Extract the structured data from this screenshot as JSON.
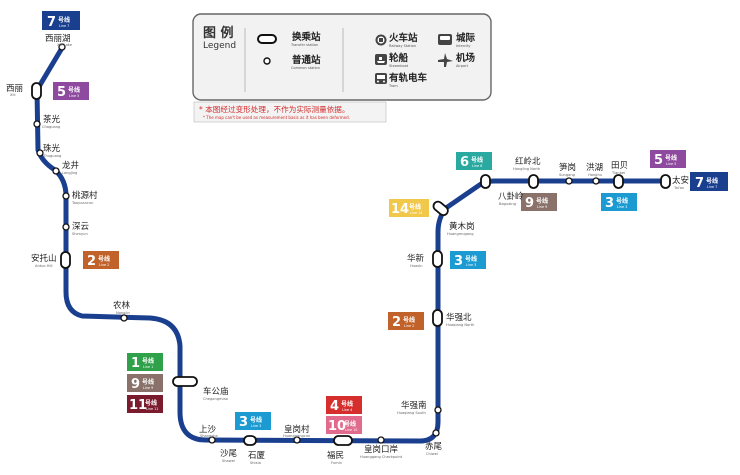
{
  "colors": {
    "line7": "#1b3f8f",
    "line1": "#2ea14a",
    "line2": "#c0622a",
    "line3": "#1b9bd1",
    "line4": "#d62d2d",
    "line5": "#8e4a9e",
    "line6": "#2aa9a0",
    "line9": "#8a726a",
    "line10": "#e06b8c",
    "line11": "#7a1c2e",
    "line14": "#f2c84b",
    "notice": "#d12a2a"
  },
  "legend": {
    "title_cn": "图 例",
    "title_en": "Legend",
    "items": [
      {
        "icon": "transfer-station-symbol",
        "cn": "换乘站",
        "en": "Transfer station"
      },
      {
        "icon": "common-station-symbol",
        "cn": "普通站",
        "en": "Common station"
      },
      {
        "icon": "railway-station-icon",
        "cn": "火车站",
        "en": "Railway Station"
      },
      {
        "icon": "ferry-icon",
        "cn": "轮船",
        "en": "Steamboat"
      },
      {
        "icon": "tram-icon",
        "cn": "有轨电车",
        "en": "Tram"
      },
      {
        "icon": "intercity-rail-icon",
        "cn": "城际",
        "en": "Intercity"
      },
      {
        "icon": "airport-icon",
        "cn": "机场",
        "en": "Airport"
      }
    ]
  },
  "notice": {
    "cn": "* 本图经过变形处理，不作为实际测量依据。",
    "en": "* The map can't be used as measurement basis as it has been deformed."
  },
  "stations": {
    "xilihu": {
      "cn": "西丽湖",
      "en": "Xili Lake"
    },
    "xili": {
      "cn": "西丽",
      "en": "Xili"
    },
    "chaguang": {
      "cn": "茶光",
      "en": "Chaguang"
    },
    "zhuguang": {
      "cn": "珠光",
      "en": "Zhuguang"
    },
    "longjing": {
      "cn": "龙井",
      "en": "Longjing"
    },
    "taoyuancun": {
      "cn": "桃源村",
      "en": "Taoyuancun"
    },
    "shenyun": {
      "cn": "深云",
      "en": "Shenyun"
    },
    "antuoshan": {
      "cn": "安托山",
      "en": "Antuo Hill"
    },
    "nonglin": {
      "cn": "农林",
      "en": "Nonglin"
    },
    "chegongmiao": {
      "cn": "车公庙",
      "en": "Chegongmiao"
    },
    "shangsha": {
      "cn": "上沙",
      "en": "Shangsha"
    },
    "shawei": {
      "cn": "沙尾",
      "en": "Shawei"
    },
    "shixia": {
      "cn": "石厦",
      "en": "Shixia"
    },
    "huanggangcun": {
      "cn": "皇岗村",
      "en": "Huanggangcun"
    },
    "futian": {
      "cn": "福民",
      "en": "Fumin"
    },
    "huanggangkouan": {
      "cn": "皇岗口岸",
      "en": "Huanggang Checkpoint"
    },
    "chiwei": {
      "cn": "赤尾",
      "en": "Chiwei"
    },
    "huaqiangnan": {
      "cn": "华强南",
      "en": "Huaqiang South"
    },
    "huaqiangbei": {
      "cn": "华强北",
      "en": "Huaqiang North"
    },
    "huaxin": {
      "cn": "华新",
      "en": "Huaxin"
    },
    "huangmugang": {
      "cn": "黄木岗",
      "en": "Huangmugang"
    },
    "baguaing": {
      "cn": "八卦岭",
      "en": "Baguaing"
    },
    "honglingbei": {
      "cn": "红岭北",
      "en": "Hongling North"
    },
    "sungang": {
      "cn": "笋岗",
      "en": "Sungang"
    },
    "honghu": {
      "cn": "洪湖",
      "en": "Honghu"
    },
    "tianbei": {
      "cn": "田贝",
      "en": "Tianbei"
    },
    "taian": {
      "cn": "太安",
      "en": "Tai'an"
    }
  },
  "badges": {
    "line7_top": {
      "num": "7",
      "cn": "号线",
      "en": "Line 7"
    },
    "line7_end": {
      "num": "7",
      "cn": "号线",
      "en": "Line 7"
    },
    "line5_xili": {
      "num": "5",
      "cn": "号线",
      "en": "Line 5"
    },
    "line5_taian": {
      "num": "5",
      "cn": "号线",
      "en": "Line 5"
    },
    "line2_antuo": {
      "num": "2",
      "cn": "号线",
      "en": "Line 2"
    },
    "line2_hqb": {
      "num": "2",
      "cn": "号线",
      "en": "Line 2"
    },
    "line1": {
      "num": "1",
      "cn": "号线",
      "en": "Line 1"
    },
    "line9_cgm": {
      "num": "9",
      "cn": "号线",
      "en": "Line 9"
    },
    "line9_hlb": {
      "num": "9",
      "cn": "号线",
      "en": "Line 9"
    },
    "line11": {
      "num": "11",
      "cn": "号线",
      "en": "Line 11"
    },
    "line3_shixia": {
      "num": "3",
      "cn": "号线",
      "en": "Line 3"
    },
    "line3_huaxin": {
      "num": "3",
      "cn": "号线",
      "en": "Line 3"
    },
    "line3_tianbei": {
      "num": "3",
      "cn": "号线",
      "en": "Line 3"
    },
    "line4": {
      "num": "4",
      "cn": "号线",
      "en": "Line 4"
    },
    "line10": {
      "num": "10",
      "cn": "号线",
      "en": "Line 10"
    },
    "line14": {
      "num": "14",
      "cn": "号线",
      "en": "Line 14"
    },
    "line6": {
      "num": "6",
      "cn": "号线",
      "en": "Line 6"
    }
  }
}
